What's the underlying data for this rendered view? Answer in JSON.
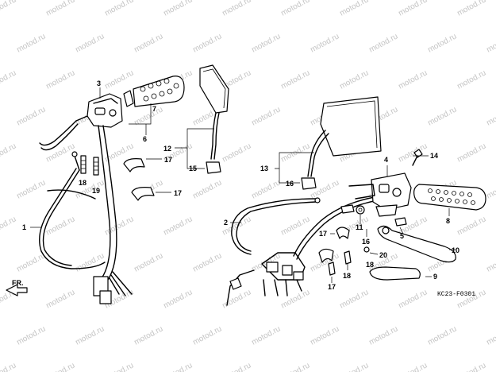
{
  "watermark": "motod.ru",
  "direction_label": "FR.",
  "diagram_code": "KC23-F0301",
  "callouts": {
    "c1": "1",
    "c2": "2",
    "c3": "3",
    "c4": "4",
    "c5": "5",
    "c6": "6",
    "c7": "7",
    "c8": "8",
    "c9": "9",
    "c10": "10",
    "c11": "11",
    "c12": "12",
    "c13": "13",
    "c14": "14",
    "c15": "15",
    "c16": "16",
    "c17": "17",
    "c18": "18",
    "c19": "19",
    "c20": "20"
  }
}
